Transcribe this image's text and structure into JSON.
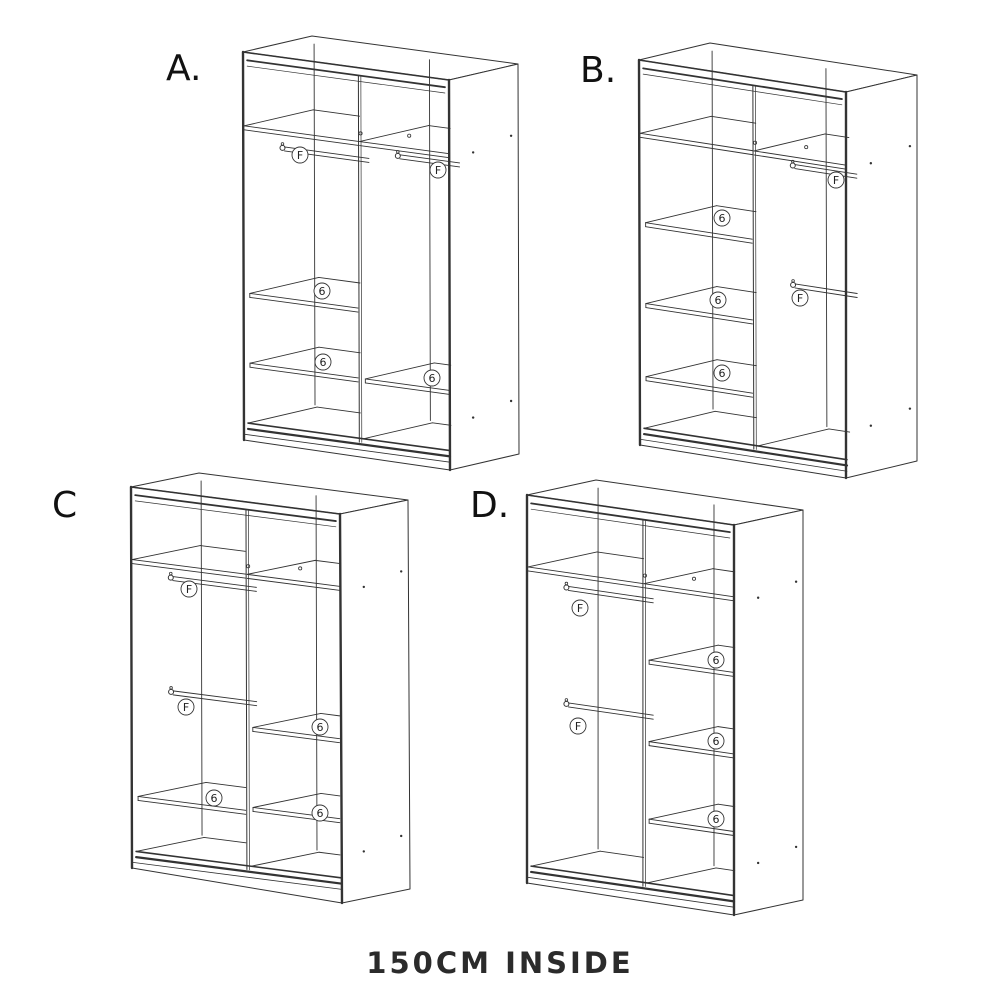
{
  "variants": [
    {
      "label": "A.",
      "parts": {
        "rail": "F",
        "shelf": "6"
      }
    },
    {
      "label": "B.",
      "parts": {
        "rail": "F",
        "shelf": "6"
      }
    },
    {
      "label": "C",
      "parts": {
        "rail": "F",
        "shelf": "6"
      }
    },
    {
      "label": "D.",
      "parts": {
        "rail": "F",
        "shelf": "6"
      }
    }
  ],
  "caption": "150CM INSIDE",
  "colors": {
    "line": "#333333",
    "background": "#ffffff",
    "text": "#2b2b2b"
  }
}
